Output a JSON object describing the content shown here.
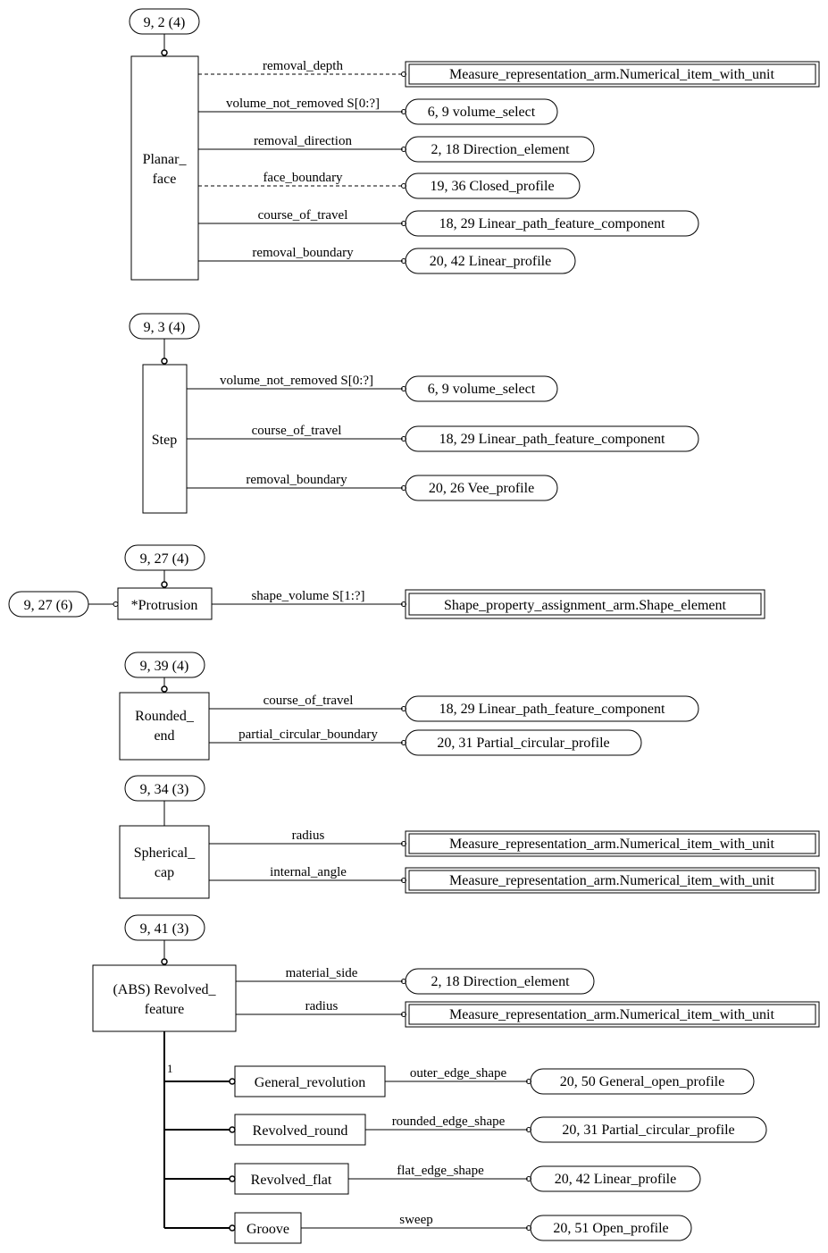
{
  "colors": {
    "stroke": "#000000",
    "background": "#ffffff"
  },
  "pageRefs": [
    "9, 2 (4)",
    "9, 3 (4)",
    "9, 27 (4)",
    "9, 27 (6)",
    "9, 39 (4)",
    "9, 34 (3)",
    "9, 41 (3)"
  ],
  "entities": {
    "planar_face": [
      "Planar_",
      "face"
    ],
    "step": [
      "Step"
    ],
    "protrusion": [
      "*Protrusion"
    ],
    "rounded_end": [
      "Rounded_",
      "end"
    ],
    "spherical_cap": [
      "Spherical_",
      "cap"
    ],
    "revolved_feature": [
      "(ABS) Revolved_",
      "feature"
    ],
    "general_revolution": "General_revolution",
    "revolved_round": "Revolved_round",
    "revolved_flat": "Revolved_flat",
    "groove": "Groove"
  },
  "attributes": {
    "removal_depth": "removal_depth",
    "volume_not_removed": "volume_not_removed S[0:?]",
    "removal_direction": "removal_direction",
    "face_boundary": "face_boundary",
    "course_of_travel": "course_of_travel",
    "removal_boundary": "removal_boundary",
    "shape_volume": "shape_volume S[1:?]",
    "partial_circular_boundary": "partial_circular_boundary",
    "radius": "radius",
    "internal_angle": "internal_angle",
    "material_side": "material_side",
    "outer_edge_shape": "outer_edge_shape",
    "rounded_edge_shape": "rounded_edge_shape",
    "flat_edge_shape": "flat_edge_shape",
    "sweep": "sweep"
  },
  "targets": {
    "numerical_item": "Measure_representation_arm.Numerical_item_with_unit",
    "volume_select": "6, 9 volume_select",
    "direction_element": "2, 18 Direction_element",
    "closed_profile": "19, 36 Closed_profile",
    "linear_path": "18, 29 Linear_path_feature_component",
    "linear_profile": "20, 42 Linear_profile",
    "vee_profile": "20, 26 Vee_profile",
    "shape_element": "Shape_property_assignment_arm.Shape_element",
    "partial_circular_profile": "20, 31 Partial_circular_profile",
    "general_open_profile": "20, 50 General_open_profile",
    "open_profile": "20, 51 Open_profile"
  },
  "subtype_cardinality": "1"
}
